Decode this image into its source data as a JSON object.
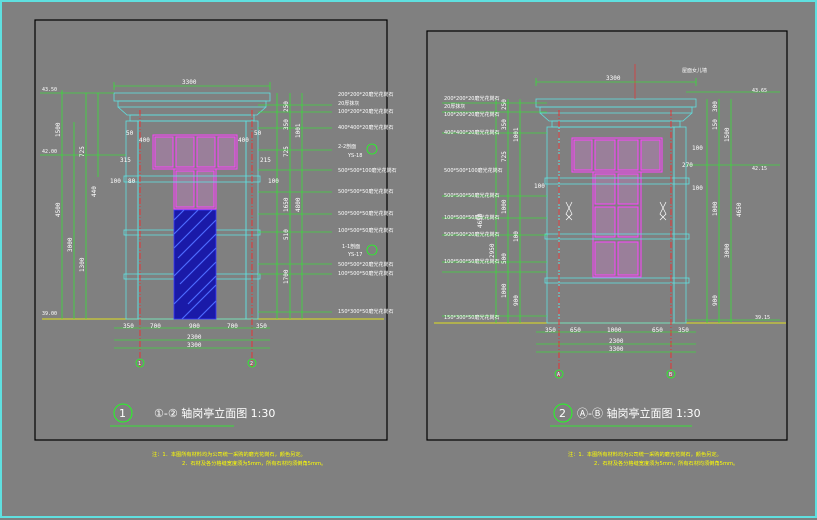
{
  "drawing1": {
    "title_number": "1",
    "title_text": "①-② 轴岗亭立面图 1:30",
    "elev_top": "43.50",
    "elev_mid": "42.00",
    "elev_base": "39.00",
    "overall_width": "3300",
    "bottom_dims": [
      "350",
      "700",
      "900",
      "700",
      "350"
    ],
    "bottom_total_inner": "2300",
    "bottom_total": "3300",
    "axis_left": "1",
    "axis_right": "2",
    "left_dims": [
      "1500",
      "4500",
      "3000",
      "1300",
      "725",
      "440",
      "315"
    ],
    "right_dims": [
      "250",
      "350",
      "1001",
      "725",
      "215",
      "1650",
      "4800",
      "510",
      "1700"
    ],
    "inner_dims": [
      "50",
      "400",
      "100",
      "80",
      "100",
      "400",
      "50"
    ],
    "labels": [
      "200*200*20磨光花岗石",
      "20厚抹灰",
      "100*200*20磨光花岗石",
      "400*400*20磨光花岗石",
      "2-2剖面",
      "YS-18",
      "500*500*100磨光花岗石",
      "500*500*50磨光花岗石",
      "500*500*50磨光花岗石",
      "100*500*50磨光花岗石",
      "1-1剖面",
      "YS-17",
      "500*500*20磨光花岗石",
      "100*500*50磨光花岗石",
      "150*300*50磨光花岗石"
    ],
    "notes": [
      "注：1．本图所有材料均为公司统一采购的磨光花岗石，颜色另定。",
      "2．石材及各分格缝宽度须为5mm，所有石材均须倒角5mm。"
    ]
  },
  "drawing2": {
    "title_number": "2",
    "title_text": "Ⓐ-Ⓑ 轴岗亭立面图 1:30",
    "elev_top": "43.65",
    "elev_mid": "42.15",
    "elev_base": "39.15",
    "overall_width": "3300",
    "top_label": "屋面女儿墙",
    "bottom_dims": [
      "350",
      "650",
      "1000",
      "650",
      "350"
    ],
    "bottom_total_inner": "2300",
    "bottom_total": "3300",
    "axis_left": "A",
    "axis_right": "B",
    "left_dims": [
      "250",
      "350",
      "1001",
      "725",
      "100",
      "1000",
      "2950",
      "4650",
      "100",
      "500",
      "1000",
      "900"
    ],
    "right_dims": [
      "100",
      "300",
      "150",
      "270",
      "1000",
      "1500",
      "4650",
      "3000",
      "100",
      "900"
    ],
    "labels": [
      "200*200*20磨光花岗石",
      "20厚抹灰",
      "100*200*20磨光花岗石",
      "400*400*20磨光花岗石",
      "500*500*100磨光花岗石",
      "500*500*50磨光花岗石",
      "100*500*50磨光花岗石",
      "500*500*20磨光花岗石",
      "100*500*50磨光花岗石",
      "150*300*50磨光花岗石"
    ],
    "notes": [
      "注：1．本图所有材料均为公司统一采购的磨光花岗石，颜色另定。",
      "2．石材及各分格缝宽度须为5mm，所有石材均须倒角5mm。"
    ]
  }
}
